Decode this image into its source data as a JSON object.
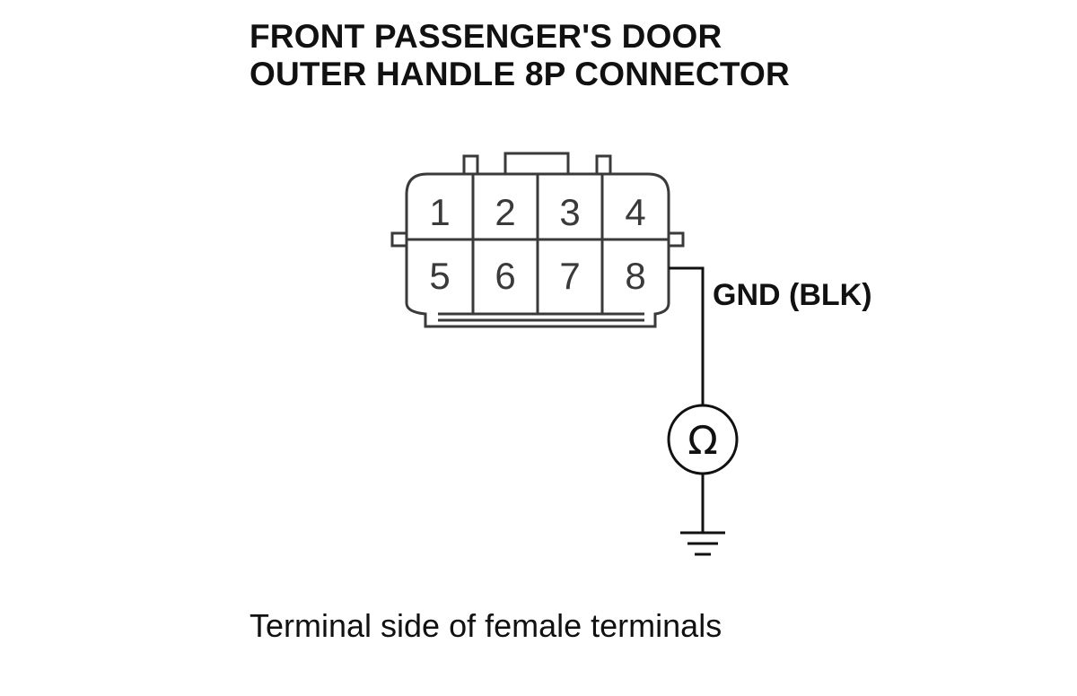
{
  "title": {
    "line1": "FRONT PASSENGER'S DOOR",
    "line2": "OUTER HANDLE 8P CONNECTOR"
  },
  "connector": {
    "pins_top": [
      "1",
      "2",
      "3",
      "4"
    ],
    "pins_bottom": [
      "5",
      "6",
      "7",
      "8"
    ]
  },
  "wire": {
    "label": "GND (BLK)"
  },
  "meter": {
    "symbol": "Ω"
  },
  "caption": "Terminal side of female terminals"
}
